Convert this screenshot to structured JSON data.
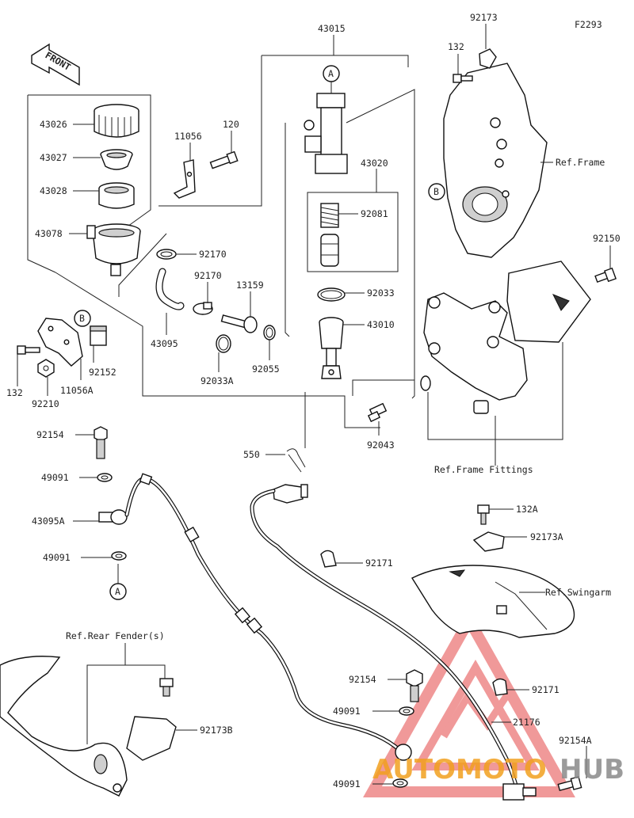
{
  "diagram_code": "F2293",
  "front_label": "FRONT",
  "callouts": {
    "a_top": "A",
    "a_bottom": "A",
    "b_left": "B",
    "b_right": "B"
  },
  "labels": {
    "p43015": "43015",
    "p92173": "92173",
    "p132_top": "132",
    "p43026": "43026",
    "p43027": "43027",
    "p43028": "43028",
    "p43078": "43078",
    "p11056": "11056",
    "p120": "120",
    "p43020": "43020",
    "p92081": "92081",
    "p92150": "92150",
    "p92170_a": "92170",
    "p92170_b": "92170",
    "p13159": "13159",
    "p92033": "92033",
    "p43010": "43010",
    "p43095": "43095",
    "p92033a": "92033A",
    "p92055": "92055",
    "p132_left": "132",
    "p92152": "92152",
    "p11056a": "11056A",
    "p92210": "92210",
    "p92154_a": "92154",
    "p49091_a": "49091",
    "p43095a": "43095A",
    "p49091_b": "49091",
    "p550": "550",
    "p92043": "92043",
    "p132a": "132A",
    "p92173a": "92173A",
    "p92171_a": "92171",
    "p92154_b": "92154",
    "p49091_c": "49091",
    "p92171_b": "92171",
    "p21176": "21176",
    "p92173b": "92173B",
    "p92154a": "92154A",
    "p49091_d": "49091"
  },
  "references": {
    "frame": "Ref.Frame",
    "frame_fittings": "Ref.Frame Fittings",
    "swingarm": "Ref.Swingarm",
    "rear_fender": "Ref.Rear Fender(s)"
  },
  "watermark": {
    "part1": "AUTOMOTO",
    "part2": "HUB",
    "color_red": "#e23b30",
    "color_orange": "#f2a01f",
    "color_gray": "#8a8a8a"
  }
}
